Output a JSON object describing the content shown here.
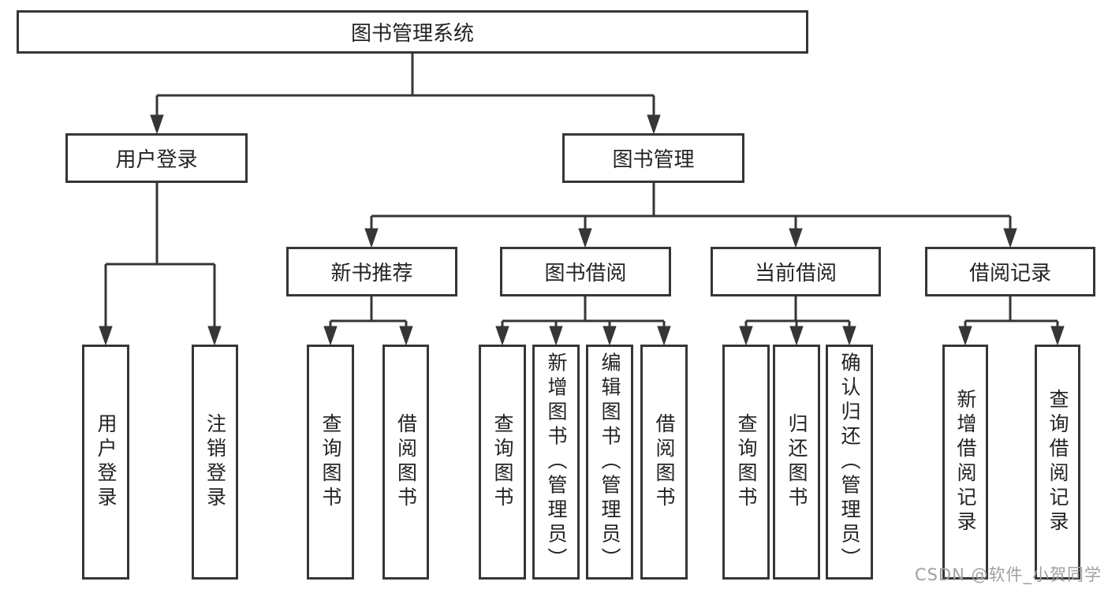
{
  "nodes": {
    "root": {
      "label": "图书管理系统"
    },
    "user_login": {
      "label": "用户登录"
    },
    "book_mgmt": {
      "label": "图书管理"
    },
    "new_book_rec": {
      "label": "新书推荐"
    },
    "book_borrow": {
      "label": "图书借阅"
    },
    "current_borrow": {
      "label": "当前借阅"
    },
    "borrow_record": {
      "label": "借阅记录"
    },
    "leaf_user_login": {
      "label": "用户登录"
    },
    "leaf_logout": {
      "label": "注销登录"
    },
    "leaf_query_book_rec": {
      "label": "查询图书"
    },
    "leaf_borrow_book_rec": {
      "label": "借阅图书"
    },
    "leaf_query_book_borrow": {
      "label": "查询图书"
    },
    "leaf_add_book": {
      "label": "新增图书（管理员）"
    },
    "leaf_edit_book": {
      "label": "编辑图书（管理员）"
    },
    "leaf_borrow_book": {
      "label": "借阅图书"
    },
    "leaf_query_book_current": {
      "label": "查询图书"
    },
    "leaf_return_book": {
      "label": "归还图书"
    },
    "leaf_confirm_return": {
      "label": "确认归还（管理员）"
    },
    "leaf_add_record": {
      "label": "新增借阅记录"
    },
    "leaf_query_record": {
      "label": "查询借阅记录"
    }
  },
  "watermark": {
    "text": "CSDN @软件_小贺同学"
  },
  "colors": {
    "line": "#363636",
    "text": "#232323",
    "watermark": "#a0a0a0",
    "bg": "#ffffff"
  }
}
